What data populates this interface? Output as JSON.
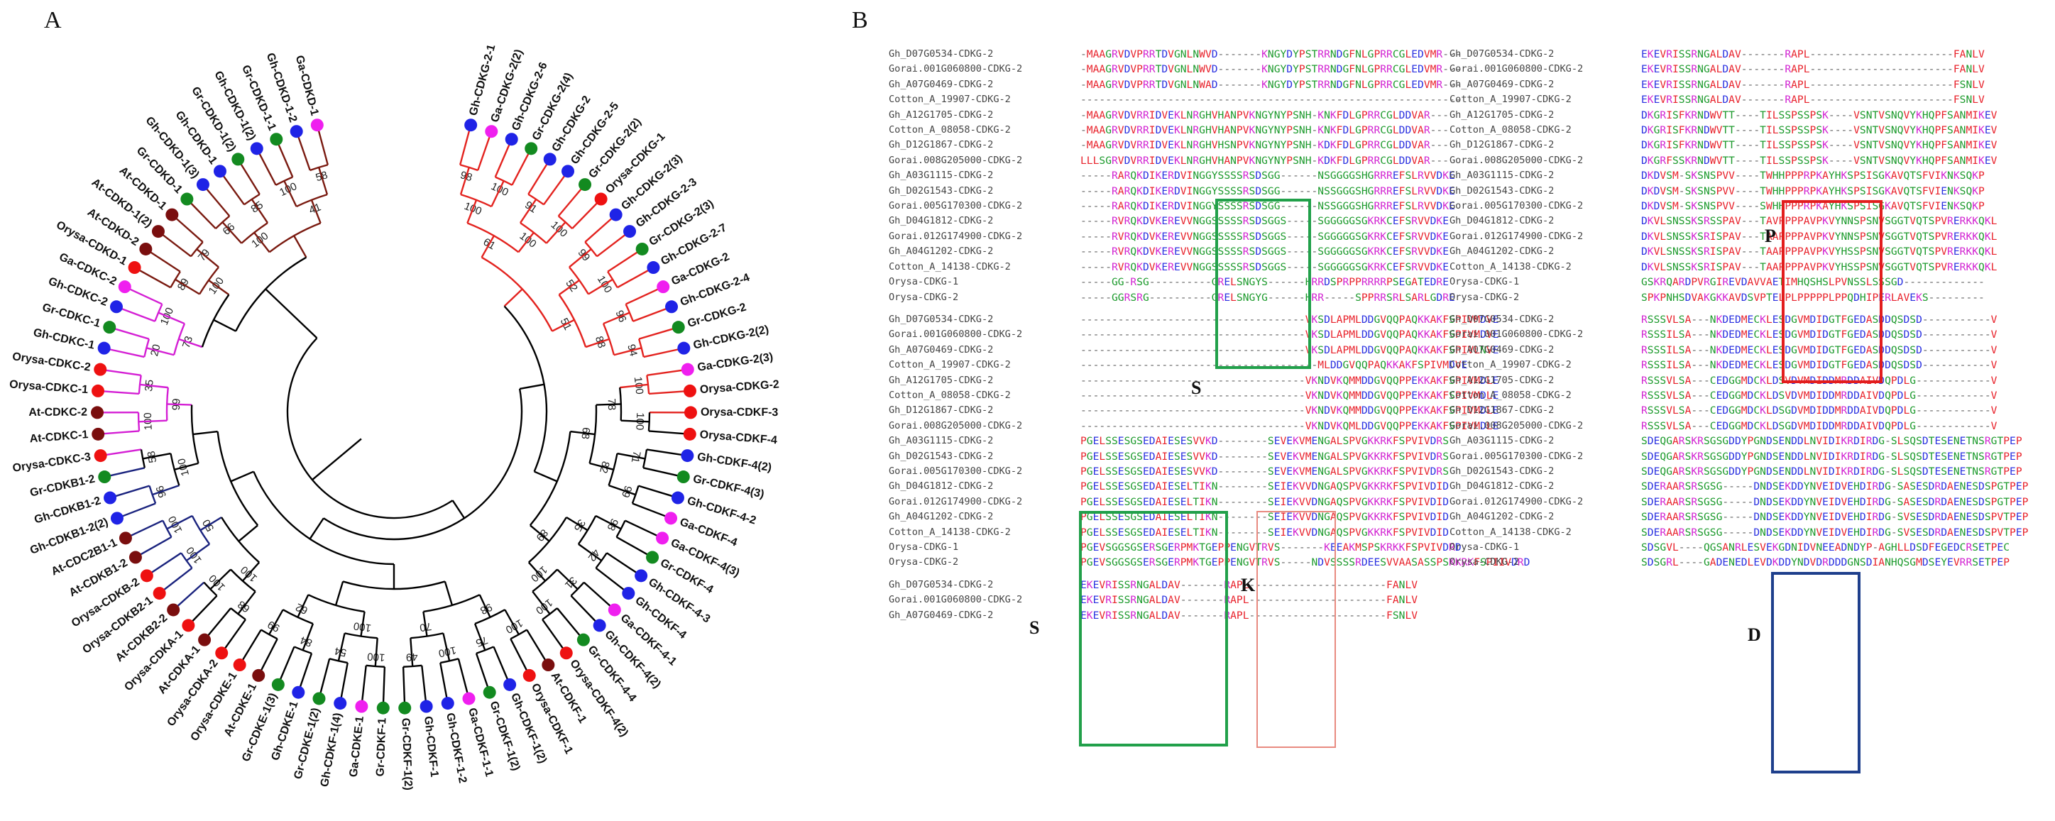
{
  "panelA": {
    "label": "A",
    "colors": {
      "CDKD": "#7a1a10",
      "CDKC": "#d41fd4",
      "CDKB": "#1a237e",
      "CDKG": "#e3231f",
      "CDKE_F": "#000000"
    },
    "species_colors": {
      "Gh": "#1f23e6",
      "Ga": "#ef1fef",
      "Gr": "#138a20",
      "At": "#7a0e0e",
      "Orysa": "#ee1111"
    },
    "leaves": [
      "Gh-CDKG-2-1",
      "Ga-CDKG-2(2)",
      "Gh-CDKG-2-6",
      "Gr-CDKG-2(4)",
      "Gh-CDKG-2",
      "Gh-CDKG-2-5",
      "Gr-CDKG-2(2)",
      "Orysa-CDKG-1",
      "Gh-CDKG-2(3)",
      "Gh-CDKG-2-3",
      "Gr-CDKG-2(3)",
      "Gh-CDKG-2-7",
      "Ga-CDKG-2",
      "Gh-CDKG-2-4",
      "Gr-CDKG-2",
      "Gh-CDKG-2(2)",
      "Ga-CDKG-2(3)",
      "Orysa-CDKG-2",
      "Orysa-CDKF-3",
      "Orysa-CDKF-4",
      "Gh-CDKF-4(2)",
      "Gr-CDKF-4(3)",
      "Gh-CDKF-4-2",
      "Ga-CDKF-4",
      "Ga-CDKF-4(3)",
      "Gr-CDKF-4",
      "Gh-CDKF-4-3",
      "Gh-CDKF-4",
      "Ga-CDKF-4-1",
      "Gh-CDKF-4(2)",
      "Gr-CDKF-4-4",
      "Orysa-CDKF-4(2)",
      "At-CDKF-1",
      "Orysa-CDKF-1",
      "Gh-CDKF-1(2)",
      "Gr-CDKF-1(2)",
      "Ga-CDKF-1-1",
      "Gh-CDKF-1-2",
      "Gh-CDKF-1",
      "Gr-CDKF-1(2)",
      "Gr-CDKF-1",
      "Ga-CDKE-1",
      "Gh-CDKF-1(4)",
      "Gr-CDKE-1(2)",
      "Gh-CDKE-1",
      "Gr-CDKE-1(3)",
      "At-CDKE-1",
      "Orysa-CDKE-1",
      "Orysa-CDKA-2",
      "At-CDKA-1",
      "Orysa-CDKA-1",
      "At-CDKB2-2",
      "Orysa-CDKB2-1",
      "Orysa-CDKB-2",
      "At-CDKB1-2",
      "At-CDC2B1-1",
      "Gh-CDKB1-2(2)",
      "Gh-CDKB1-2",
      "Gr-CDKB1-2",
      "Orysa-CDKC-3",
      "At-CDKC-1",
      "At-CDKC-2",
      "Orysa-CDKC-1",
      "Orysa-CDKC-2",
      "Gh-CDKC-1",
      "Gr-CDKC-1",
      "Gh-CDKC-2",
      "Ga-CDKC-2",
      "Orysa-CDKD-1",
      "At-CDKD-2",
      "At-CDKD-1(2)",
      "At-CDKD-1",
      "Gr-CDKD-1",
      "Gh-CDKD-1(3)",
      "Gh-CDKD-1",
      "Gr-CDKD-1(2)",
      "Gh-CDKD-1(2)",
      "Gr-CDKD-1-1",
      "Gh-CDKD-1-2",
      "Ga-CDKD-1"
    ],
    "bootstrap": [
      "98",
      "100",
      "91",
      "100",
      "99",
      "100",
      "96",
      "94",
      "100",
      "100",
      "71",
      "99",
      "98",
      "42",
      "31",
      "100",
      "100",
      "75",
      "100",
      "49",
      "100",
      "54",
      "84",
      "99",
      "68",
      "100",
      "100",
      "100",
      "96",
      "58",
      "100",
      "35",
      "20",
      "100",
      "89",
      "79",
      "66",
      "85",
      "100",
      "58",
      "100",
      "100",
      "52",
      "88",
      "78",
      "82",
      "35",
      "100",
      "98",
      "70",
      "100",
      "62",
      "100",
      "50",
      "100",
      "99",
      "73",
      "100",
      "100",
      "41",
      "61",
      "51",
      "68",
      "89"
    ]
  },
  "panelB": {
    "label": "B",
    "names_block1": [
      "Gh_D07G0534-CDKG-2",
      "Gorai.001G060800-CDKG-2",
      "Gh_A07G0469-CDKG-2",
      "Cotton_A_19907-CDKG-2",
      "Gh_A12G1705-CDKG-2",
      "Cotton_A_08058-CDKG-2",
      "Gh_D12G1867-CDKG-2",
      "Gorai.008G205000-CDKG-2",
      "Gh_A03G1115-CDKG-2",
      "Gh_D02G1543-CDKG-2",
      "Gorai.005G170300-CDKG-2",
      "Gh_D04G1812-CDKG-2",
      "Gorai.012G174900-CDKG-2",
      "Gh_A04G1202-CDKG-2",
      "Cotton_A_14138-CDKG-2",
      "Orysa-CDKG-1",
      "Orysa-CDKG-2"
    ],
    "seq_block1": [
      "-MAAGRVDVPRRTDVGNLNWVD-------KNGYDYPSTRRNDGFNLGPRRCGLEDVMR---",
      "-MAAGRVDVPRRTDVGNLNWVD-------KNGYDYPSTRRNDGFNLGPRRCGLEDVMR---",
      "-MAAGRVDVPRRTDVGNLNWAD-------KNGYDYPSTRRNDGFNLGPRRCGLEDVMR---",
      "-------------------------------------------------------------",
      "-MAAGRVDVRRIDVEKLNRGHVHANPVKNGYNYPSNH-KNKFDLGPRRCGLDDVAR---",
      "-MAAGRVDVRRIDVEKLNRGHVHANPVKNGYNYPSNH-KNKFDLGPRRCGLDDVAR---",
      "-MAAGRVDVRRIDVEKLNRGHVHSNPVKNGYNYPSNH-KDKFDLGPRRCGLDDVAR---",
      "LLLSGRVDVRRIDVEKLNRGHVHANPVKNGYNYPSNH-KDKFDLGPRRCGLDDVAR---",
      "-----RARQKDIKERDVINGGYSSSSRSDSGG------NSGGGGSHGRRREFSLRVVDKE",
      "-----RARQKDIKERDVINGGYSSSSRSDSGG------NSSGGGSHGRRREFSLRVVDKE",
      "-----RARQKDIKERDVINGGYSSSSRSDSGG------NSSGGGSHGRRREFSLRVVDKE",
      "-----RVRQKDVKEREVVNGGSSSSSRSDSGGS-----SGGGGGSGKRKCEFSRVVDKE",
      "-----RVRQKDVKEREVVNGGSSSSSRSDSGGS-----SGGGGGSGKRKCEFSRVVDKE",
      "-----RVRQKDVKEREVVNGGSSSSSRSDSGGS-----SGGGGGSGKRKCEFSRVVDKE",
      "-----RVRQKDVKEREVVNGGSSSSSRSDSGGS-----SGGGGGSGKRKCEFSRVVDKE",
      "-----GG-RSG----------GRELSNGYS------HRRDSPRPPRRRRPSEGATEDRE",
      "-----GGRSRG----------GRELSNGYG------HRR-----SPPRRSRLSARLGDRE"
    ],
    "names_block2": [
      "Gh_D07G0534-CDKG-2",
      "Gorai.001G060800-CDKG-2",
      "Gh_A07G0469-CDKG-2",
      "Cotton_A_19907-CDKG-2",
      "Gh_A12G1705-CDKG-2",
      "Cotton_A_08058-CDKG-2",
      "Gh_D12G1867-CDKG-2",
      "Gorai.008G205000-CDKG-2",
      "Gh_A03G1115-CDKG-2",
      "Gh_D02G1543-CDKG-2",
      "Gorai.005G170300-CDKG-2",
      "Gh_D04G1812-CDKG-2",
      "Gorai.012G174900-CDKG-2",
      "Gh_A04G1202-CDKG-2",
      "Cotton_A_14138-CDKG-2",
      "Orysa-CDKG-1",
      "Orysa-CDKG-2"
    ],
    "seq_block2": [
      "------------------------------------VKSDLAPMLDDGVQQPAQKKAKFSPIVMDVE",
      "------------------------------------VKSDLAPMLDDGVQQPAQKKAKFSPIVMDVE",
      "------------------------------------VKSDLAPMLDDGVQQPAQKKAKFSPIVLNVE",
      "--------------------------------------MLDDGVQQPAQKKAKFSPIVMDVE",
      "------------------------------------VKNDVKQMMDDGVQQPPEKKAKFSPIVMDLE",
      "------------------------------------VKNDVKQMMDDGVQQPPEKKAKFSPIVMDLE",
      "------------------------------------VKNDVKQMMDDGVQQPPEKKAKFSPIVMDLE",
      "------------------------------------VKNDVKQMLDDGVQQPPEKKAKFSPIVMDLE",
      "PGELSSESGSEDAIESESVVKD--------SEVEKVMENGALSPVGKKRKFSPVIVDRS",
      "PGELSSESGSEDAIESESVVKD--------SEVEKVMENGALSPVGKKRKFSPVIVDRS",
      "PGELSSESGSEDAIESESVVKD--------SEVEKVMENGALSPVGKKRKFSPVIVDRS",
      "PGELSSESGSEDAIESELTIKN--------SEIEKVVDNGAQSPVGKKRKFSPVIVDID",
      "PGELSSESGSEDAIESELTIKN--------SEIEKVVDNGAQSPVGKKRKFSPVIVDID",
      "PGELSSESGSEDAIESELTIKN--------SEIEKVVDNGAQSPVGKKRKFSPVIVDID",
      "PGELSSESGSEDAIESELTIKN--------SEIEKVVDNGAQSPVGKKRKFSPVIVDID",
      "PGEVSGGSGSERSGERPMKTGEPPENGVTRVS-------KEEAKMSPSKRKKFSPVIVDRD",
      "PGEVSGGSGSERSGERPMKTGEPPENGVTRVS-----NDVSSSSRDEESVVAASASSPSKKRKFSPIIVDRD"
    ],
    "names_block3": [
      "Gh_D07G0534-CDKG-2",
      "Gorai.001G060800-CDKG-2",
      "Gh_A07G0469-CDKG-2"
    ],
    "seq_block3": [
      "EKEVRISSRNGALDAV-------RAPL----------------------FANLV",
      "EKEVRISSRNGALDAV-------RAPL----------------------FANLV",
      "EKEVRISSRNGALDAV-------RAPL----------------------FSNLV"
    ],
    "names_right": [
      "Gh_D07G0534-CDKG-2",
      "Gorai.001G060800-CDKG-2",
      "Gh_A07G0469-CDKG-2",
      "Cotton_A_19907-CDKG-2",
      "Gh_A12G1705-CDKG-2",
      "Cotton_A_08058-CDKG-2",
      "Gh_D12G1867-CDKG-2",
      "Gorai.008G205000-CDKG-2",
      "Gh_A03G1115-CDKG-2",
      "Gh_D02G1543-CDKG-2",
      "Gorai.005G170300-CDKG-2",
      "Gh_D04G1812-CDKG-2",
      "Gorai.012G174900-CDKG-2",
      "Gh_A04G1202-CDKG-2",
      "Cotton_A_14138-CDKG-2",
      "Orysa-CDKG-1",
      "Orysa-CDKG-2",
      "Gh_D07G0534-CDKG-2",
      "Gorai.001G060800-CDKG-2",
      "Gh_A07G0469-CDKG-2",
      "Cotton_A_19907-CDKG-2",
      "Gh_A12G1705-CDKG-2",
      "Cotton_A_08058-CDKG-2",
      "Gh_D12G1867-CDKG-2",
      "Gorai.008G205000-CDKG-2",
      "Gh_A03G1115-CDKG-2",
      "Gorai.005G170300-CDKG-2",
      "Gh_D02G1543-CDKG-2",
      "Gh_D04G1812-CDKG-2",
      "Gorai.012G174900-CDKG-2",
      "Gh_A04G1202-CDKG-2",
      "Cotton_A_14138-CDKG-2",
      "Orysa-CDKG-1",
      "Orysa-CDKG-2"
    ],
    "seq_right": [
      "EKEVRISSRNGALDAV-------RAPL-----------------------FANLV",
      "EKEVRISSRNGALDAV-------RAPL-----------------------FANLV",
      "EKEVRISSRNGALDAV-------RAPL-----------------------FSNLV",
      "EKEVRISSRNGALDAV-------RAPL-----------------------FSNLV",
      "DKGRISFKRNDWVTT----TILSSPSSPSK----VSNTVSNQVYKHQPFSANMIKEV",
      "DKGRISFKRNDWVTT----TILSSPSSPSK----VSNTVSNQVYKHQPFSANMIKEV",
      "DKGRISFKRNDWVTT----TILSSPSSPSK----VSNTVSNQVYKHQPFSANMIKEV",
      "DKGRFSSKRNDWVTT----TILSSPSSPSK----VSNTVSNQVYKHQPFSANMIKEV",
      "DKDVSM-SKSNSPVV----TWHHPPPRPKAYHKSPSISGKAVQTSFVIKNKSQKP",
      "DKDVSM-SKSNSPVV----TWHHPPPRPKAYHKSPSISGKAVQTSFVIENKSQKP",
      "DKDVSM-SKSNSPVV----SWHHPPPRPKAYHKSPSISGKAVQTSFVIENKSQKP",
      "DKVLSNSSKSRSSPAV---TAVPPPPAVPKVYNNSPSNVSGGTVQTSPVRERKKQKL",
      "DKVLSNSSKSRISPAV---TAAPPPPAVPKVYNNSPSNVSGGTVQTSPVRERKKQKL",
      "DKVLSNSSKSRISPAV---TAAPPPPAVPKVYHSSPSNVSGGTVQTSPVRERKKQKL",
      "DKVLSNSSKSRISPAV---TAAPPPPAVPKVYHSSPSNVSGGTVQTSPVRERKKQKL",
      "GSKRQARDPVRGIREVDAVVAETIMHQSHSLPVNSSLSSSGD-------------",
      "SPKPNHSDVAKGKKAVDSVPTELPLPPPPPLPPQDHIPERLAVEKS---------",
      "RSSSVLSA---NKDEDMECKLESDGVMDIDGTFGEDASDDQSDSD-----------V",
      "RSSSILSA---NKDEDMECKLESDGVMDIDGTFGEDASDDQSDSD-----------V",
      "RSSSILSA---NKDEDMECKLESDGVMDIDGTFGEDASDDQSDSD-----------V",
      "RSSSILSA---NKDEDMECKLESDGVMDIDGTFGEDASDDQSDSD-----------V",
      "RSSSVLSA---CEDGGMDCKLDSVDVMDIDDMRDDAIVDQPDLG------------V",
      "RSSSVLSA---CEDGGMDCKLDSVDVMDIDDMRDDAIVDQPDLG------------V",
      "RSSSVLSA---CEDGGMDCKLDSGDVMDIDDMRDDAIVDQPDLG------------V",
      "RSSSVLSA---CEDGGMDCKLDSGDVMDIDDMRDDAIVDQPDLG------------V",
      "SDEQGARSKRSGSGDDYPGNDSENDDLNVIDIKRDIRDG-SLSQSDTESENETNSRGTPEP",
      "SDEQGARSKRSGSGDDYPGNDSENDDLNVIDIKRDIRDG-SLSQSDTESENETNSRGTPEP",
      "SDEQGARSKRSGSGDDYPGNDSENDDLNVIDIKRDIRDG-SLSQSDTESENETNSRGTPEP",
      "SDERAARSRSGSG-----DNDSEKDDYNVEIDVEHDIRDG-SASESDRDAENESDSPGTPEP",
      "SDERAARSRSGSG-----DNDSEKDDYNVEIDVEHDIRDG-SASESDRDAENESDSPGTPEP",
      "SDERAARSRSGSG-----DNDSEKDDYNVEIDVEHDIRDG-SVSESDRDAENESDSPVTPEP",
      "SDERAARSRSGSG-----DNDSEKDDYNVEIDVEHDIRDG-SVSESDRDAENESDSPVTPEP",
      "SDSGVL----QGSANRLESVEKGDNIDVNEEADNDYP-AGHLLDSDFEGEDCRSETPEC",
      "SDSGRL----GADENEDLEVDKDDYNDVDRDDDGNSDIANHQSGMDSEYEVRRSETPEP"
    ],
    "motifs": {
      "S": "S",
      "S2": "S",
      "K": "K",
      "P": "P",
      "D": "D"
    }
  }
}
